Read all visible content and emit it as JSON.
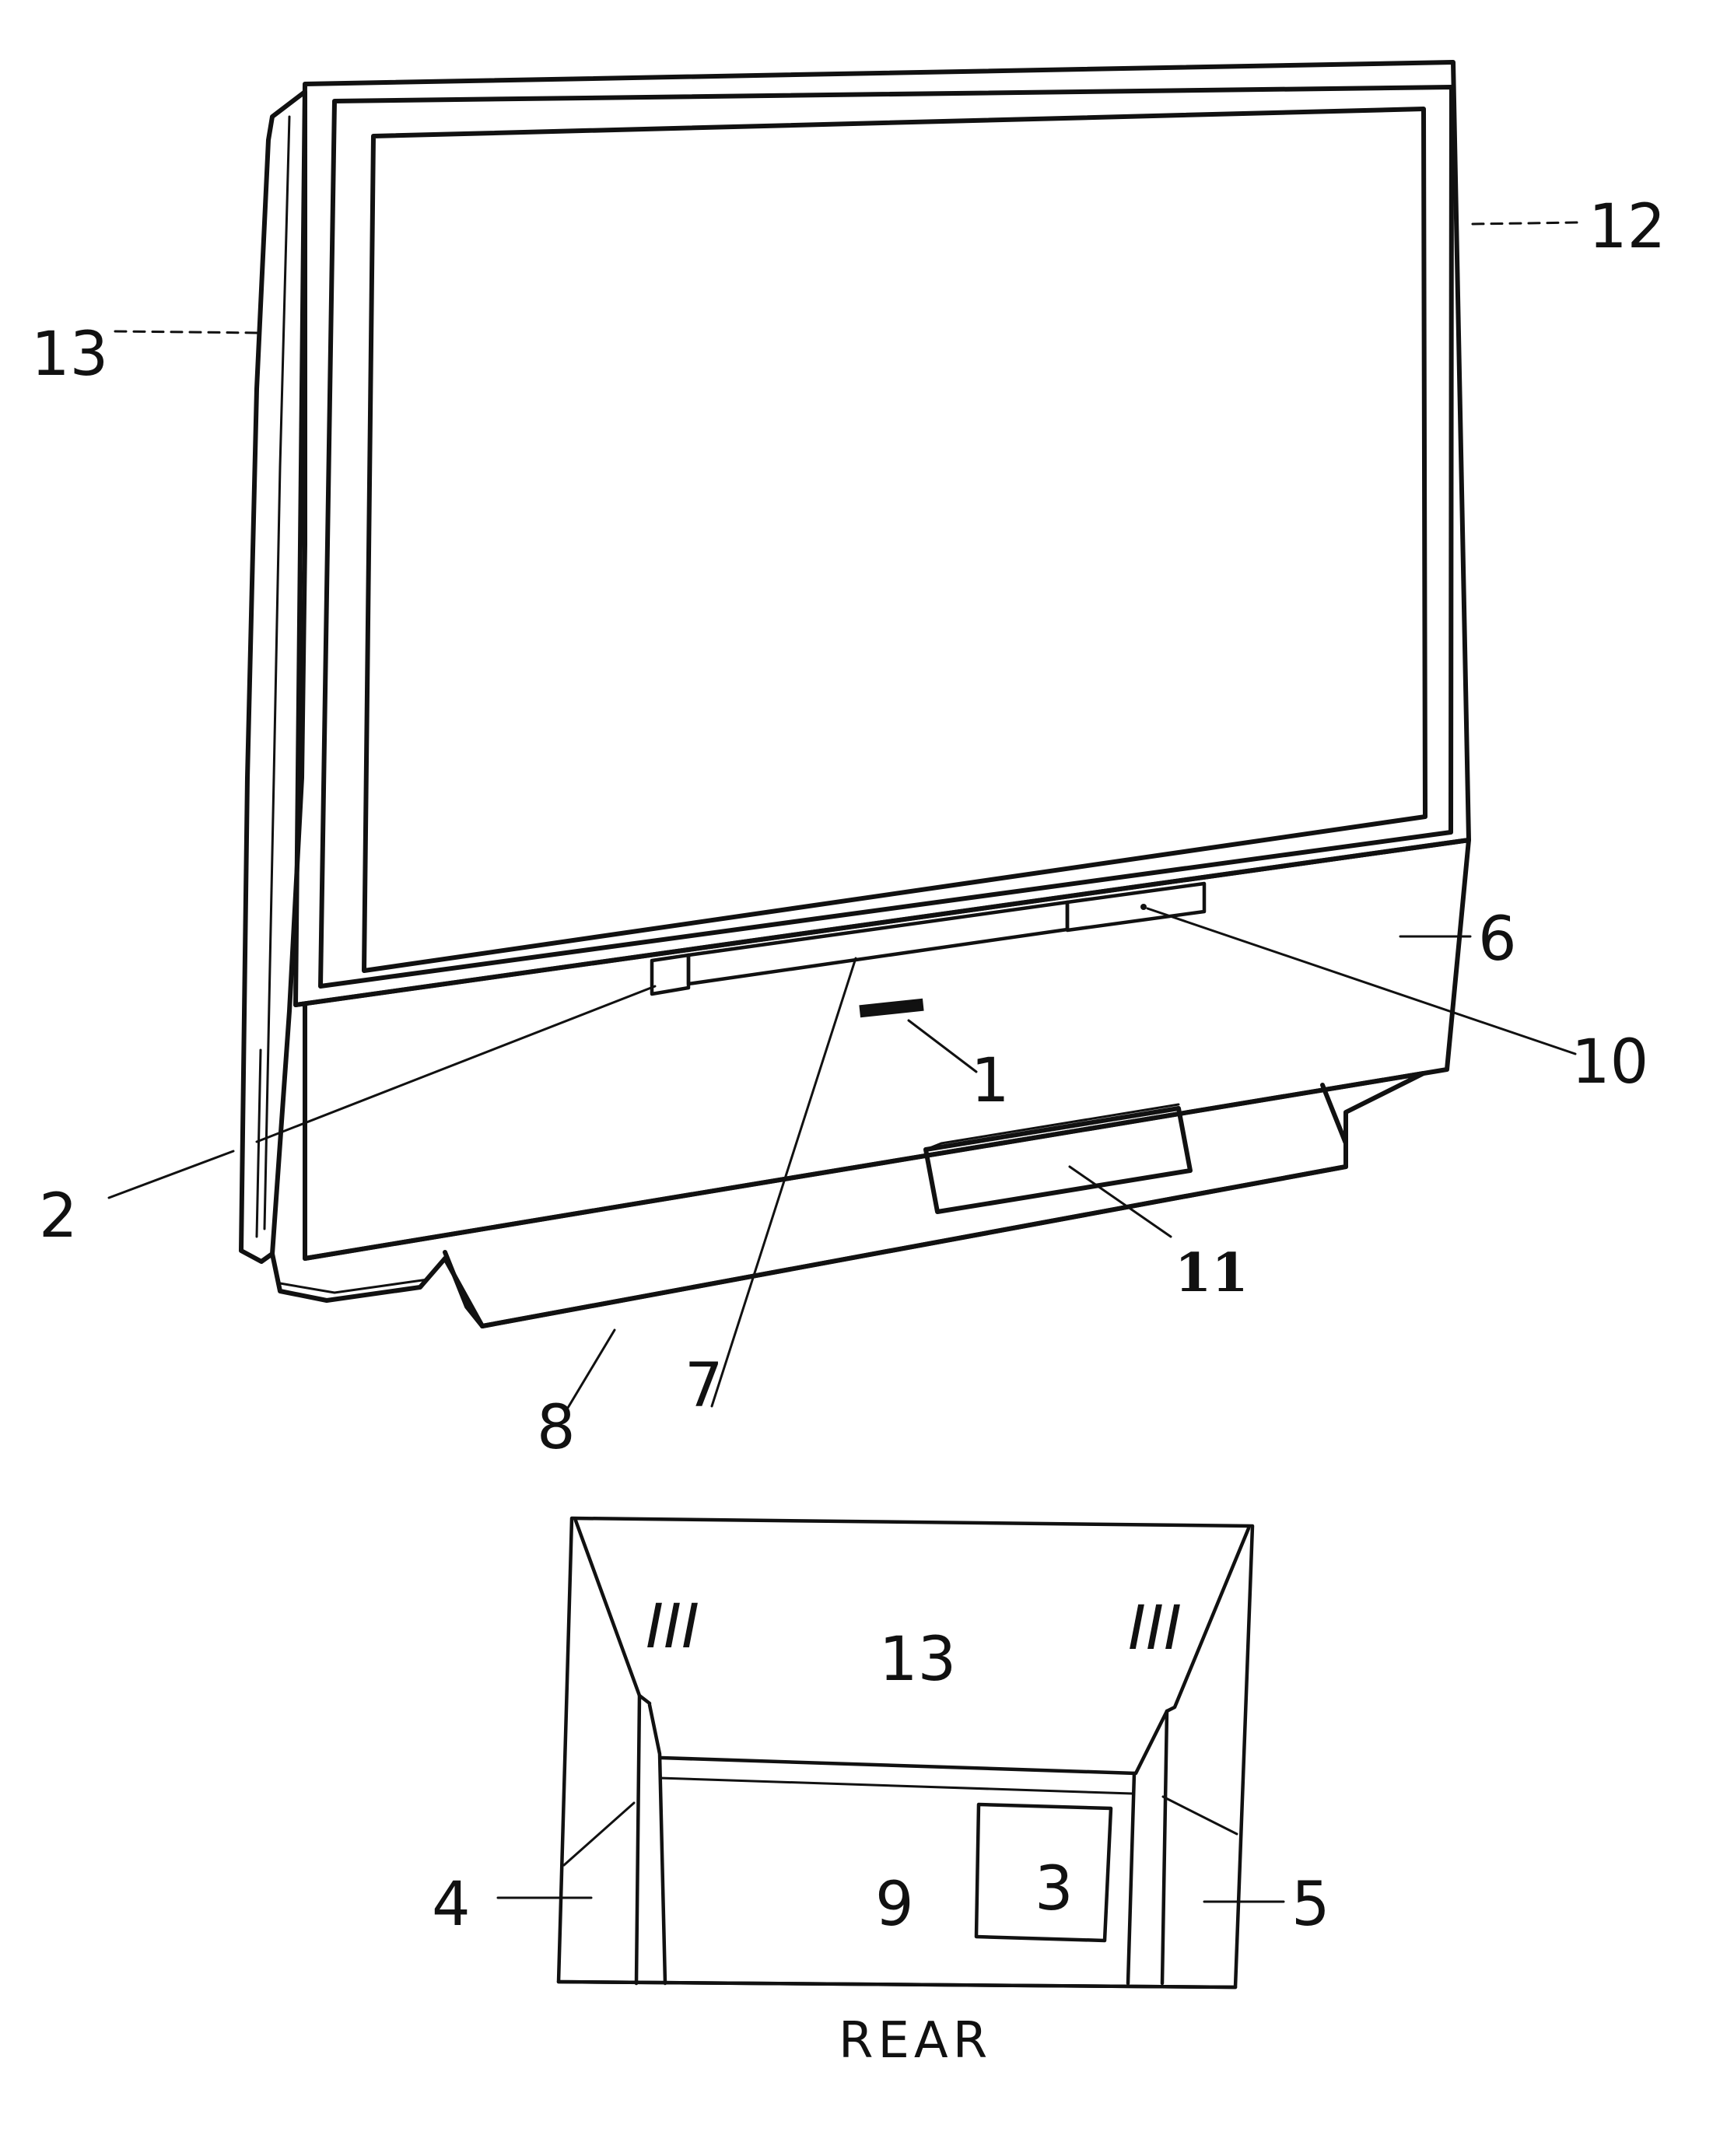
{
  "front_view": {
    "callouts": {
      "c1": "1",
      "c2": "2",
      "c6": "6",
      "c7": "7",
      "c8": "8",
      "c10": "10",
      "c11": "11",
      "c12": "12",
      "c13": "13"
    }
  },
  "rear_view": {
    "callouts": {
      "c3": "3",
      "c4": "4",
      "c5": "5",
      "c9": "9",
      "c13": "13"
    },
    "vent_marks": [
      "III",
      "III"
    ],
    "caption": "REAR"
  },
  "colors": {
    "ink": "#111111",
    "paper": "#ffffff"
  }
}
